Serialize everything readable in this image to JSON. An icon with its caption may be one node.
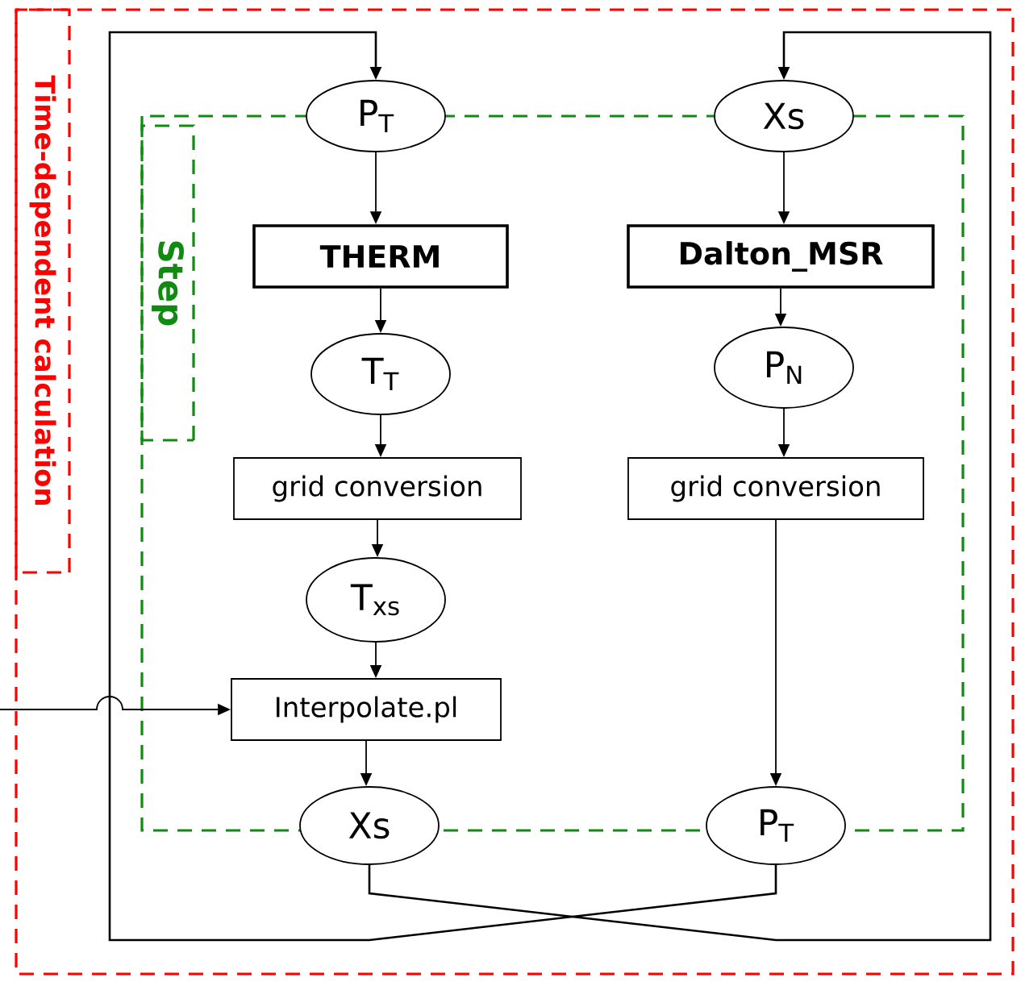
{
  "diagram": {
    "nodes": [
      {
        "text": [
          "Time-dependent calculation"
        ]
      },
      {
        "text": [
          "Step"
        ],
        "in": 0
      },
      {
        "text": [
          "P$_{T}$"
        ],
        "in": 0
      },
      {
        "text": [
          "Xs"
        ],
        "in": 0
      },
      {
        "text": [
          "THERM"
        ],
        "in": 1
      },
      {
        "text": [
          "Dalton_MSR"
        ],
        "in": 1
      },
      {
        "text": [
          "T$_{T}$"
        ],
        "in": 1
      },
      {
        "text": [
          "P$_{N}$"
        ],
        "in": 1
      },
      {
        "text": [
          "grid conversion"
        ],
        "in": 1
      },
      {
        "text": [
          "grid conversion"
        ],
        "in": 1
      },
      {
        "text": [
          "T$_{xs}$"
        ],
        "in": 1
      },
      {
        "text": [
          "Interpolate.pl"
        ],
        "in": 1
      },
      {
        "text": [
          "Xs"
        ],
        "in": 0
      },
      {
        "text": [
          "P$_{T}$"
        ],
        "in": 0
      }
    ],
    "edges": [
      {
        "from": 2,
        "to": 4,
        "arrow": "to"
      },
      {
        "from": 4,
        "to": 6,
        "arrow": "to"
      },
      {
        "from": 6,
        "to": 8,
        "arrow": "to"
      },
      {
        "from": 8,
        "to": 10,
        "arrow": "to"
      },
      {
        "from": 10,
        "to": 11,
        "arrow": "to"
      },
      {
        "from": 11,
        "to": 12,
        "arrow": "to"
      },
      {
        "from": 3,
        "to": 5,
        "arrow": "to"
      },
      {
        "from": 5,
        "to": 7,
        "arrow": "to"
      },
      {
        "from": 7,
        "to": 9,
        "arrow": "to"
      },
      {
        "from": 9,
        "to": 13,
        "arrow": "to"
      },
      {
        "from": 12,
        "to": 3,
        "arrow": "to"
      },
      {
        "from": 13,
        "to": 2,
        "arrow": "to"
      },
      {
        "from": null,
        "to": 11,
        "arrow": "to"
      }
    ]
  }
}
